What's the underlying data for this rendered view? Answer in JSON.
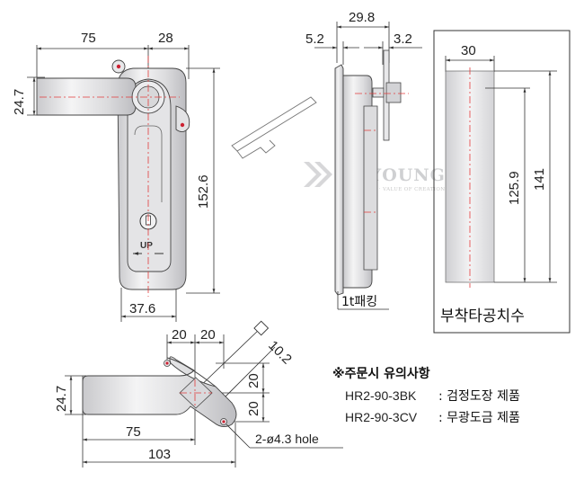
{
  "watermark": {
    "brand": "BUYOUNG",
    "tagline": "INNOVATION · VALUE OF CREATION ENERGY"
  },
  "front_view": {
    "dims": {
      "handle_length": "75",
      "body_width_top": "28",
      "handle_height": "24.7",
      "total_height": "152.6",
      "body_width_bottom": "37.6"
    },
    "label_up": "UP"
  },
  "side_view": {
    "dims": {
      "overall_depth": "29.8",
      "flange_offset": "5.2",
      "shaft_offset": "3.2"
    },
    "gasket_label": "1t패킹"
  },
  "cutout": {
    "dims": {
      "width": "30",
      "hole_height": "125.9",
      "total_height": "141"
    },
    "title": "부착타공치수"
  },
  "bottom_view": {
    "dims": {
      "pitch_a": "20",
      "pitch_b": "20",
      "pitch_c": "20",
      "pitch_d": "20",
      "angle_dim": "10.2",
      "height": "24.7",
      "handle_length": "75",
      "total_length": "103",
      "holes": "2-ø4.3 hole"
    }
  },
  "order_notes": {
    "title": "※주문시 유의사항",
    "lines": [
      {
        "code": "HR2-90-3BK",
        "desc": ": 검정도장 제품"
      },
      {
        "code": "HR2-90-3CV",
        "desc": ": 무광도금 제품"
      }
    ]
  },
  "colors": {
    "centerline": "#e23b3b",
    "line": "#333333",
    "metal": "#e6e6e8"
  }
}
